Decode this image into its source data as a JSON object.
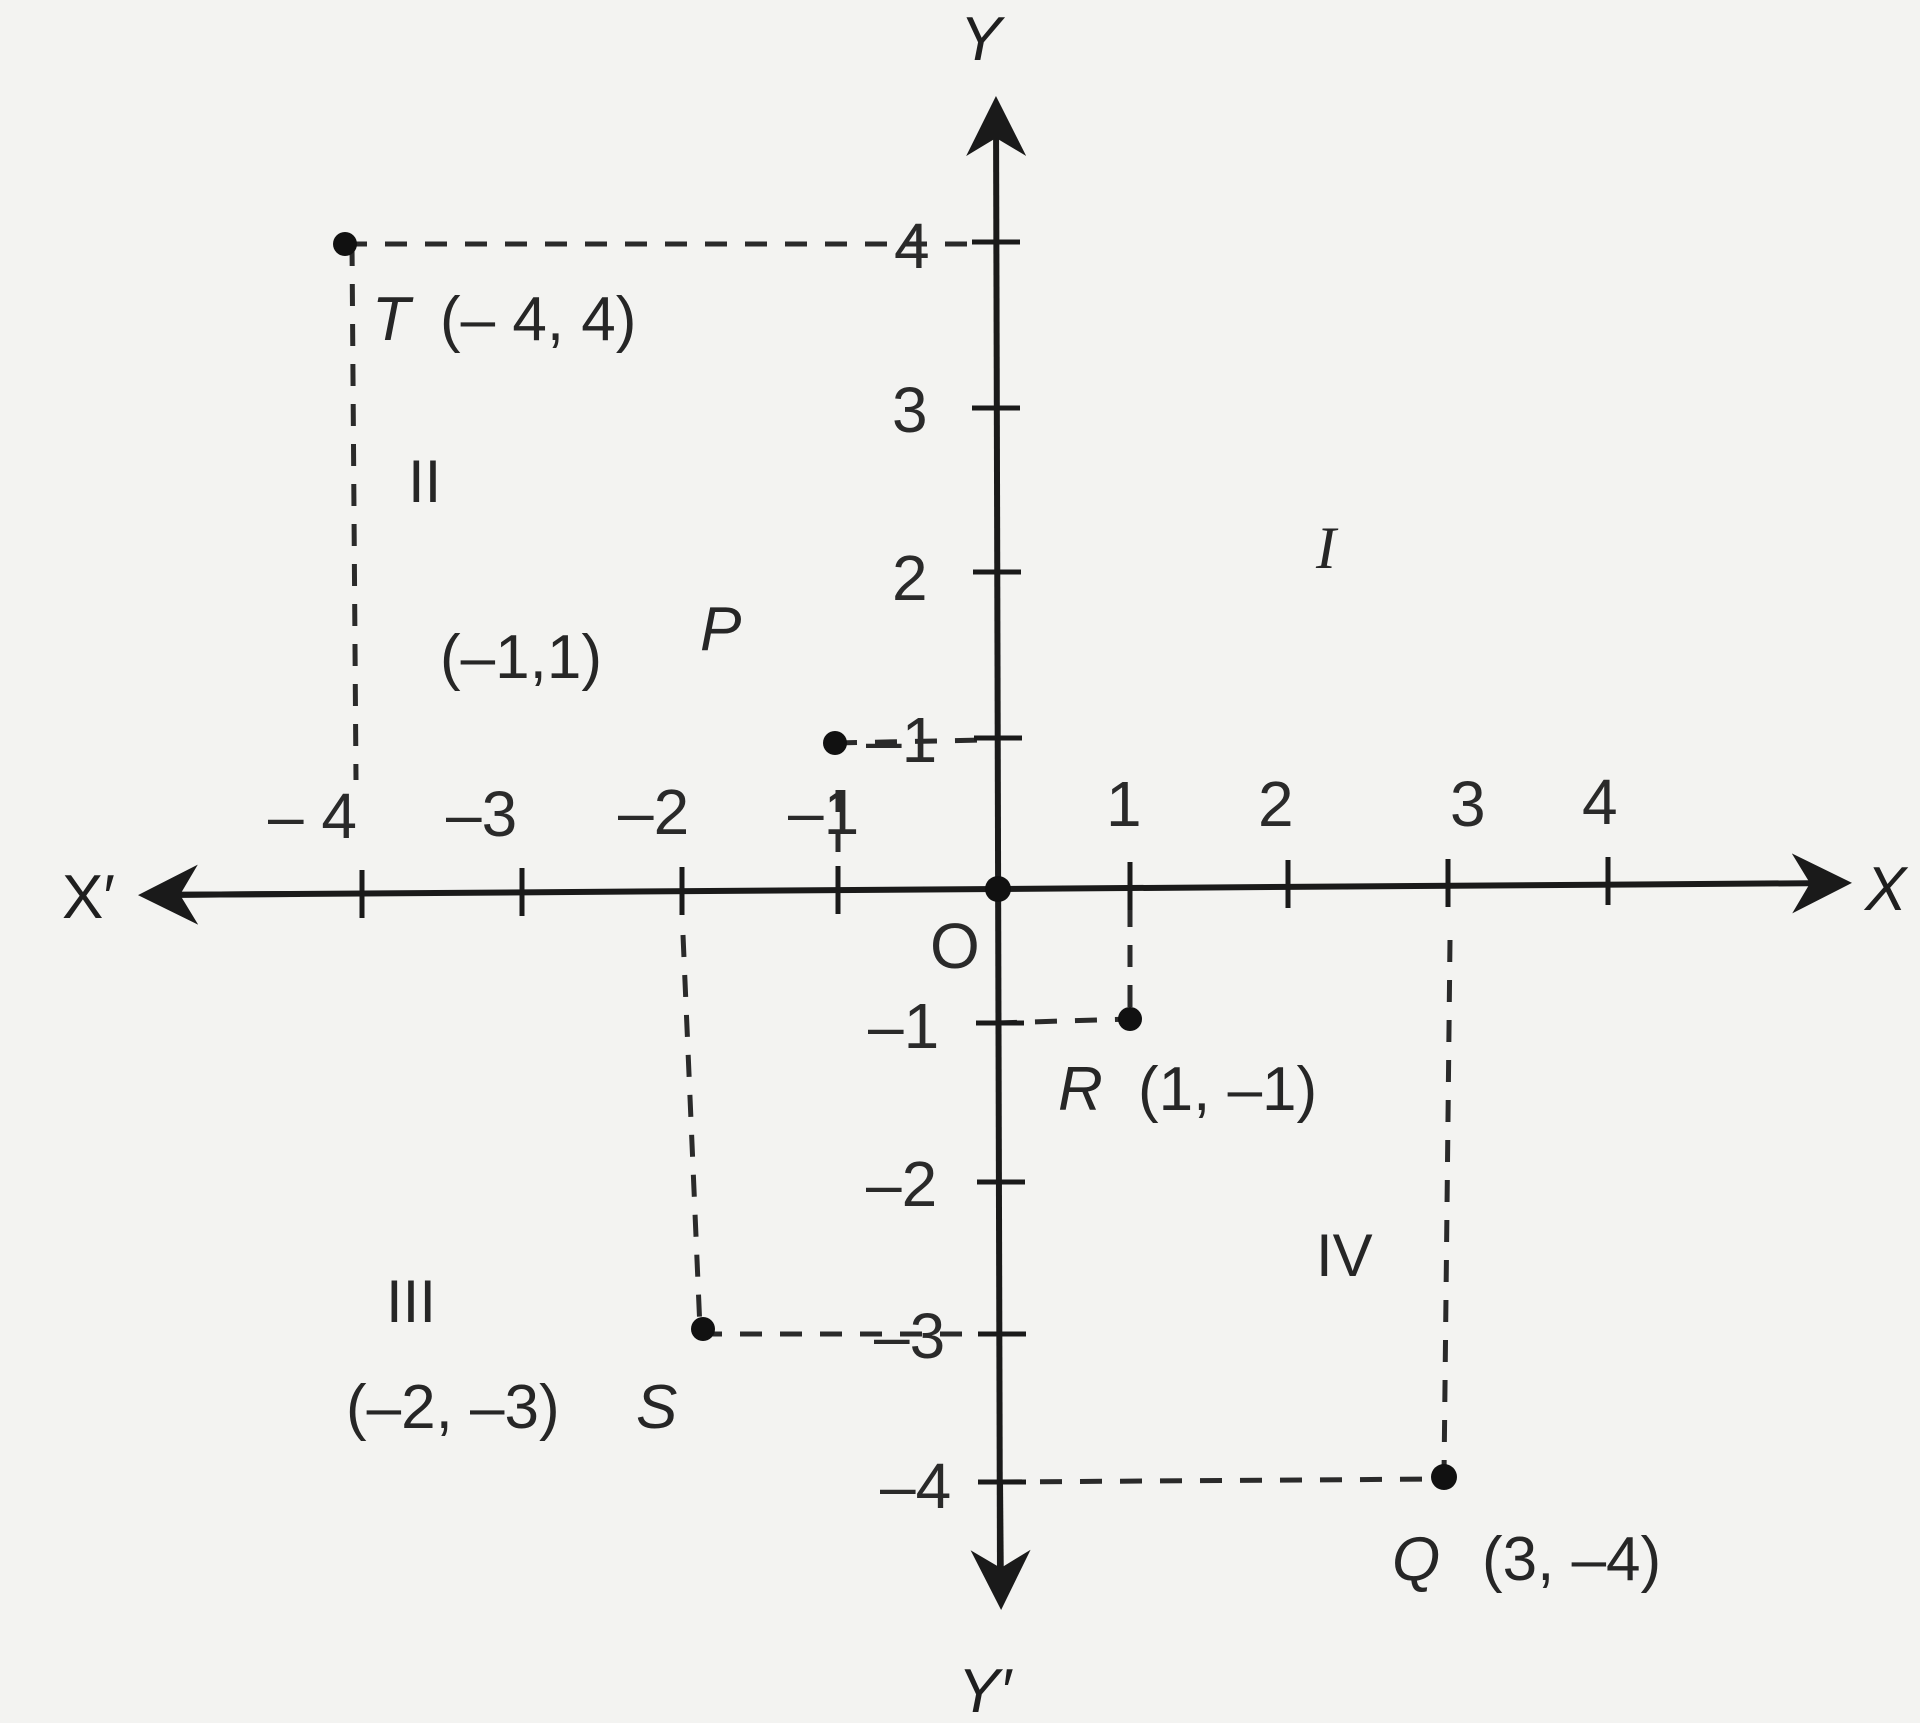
{
  "axes": {
    "x_positive": "X",
    "x_negative": "X′",
    "y_positive": "Y",
    "y_negative": "Y′",
    "origin": "O"
  },
  "x_tick_labels": [
    "– 4",
    "–3",
    "–2",
    "–1",
    "1",
    "2",
    "3",
    "4"
  ],
  "y_tick_labels": [
    "4",
    "3",
    "2",
    "–1",
    "–1",
    "–2",
    "–3",
    "–4"
  ],
  "quadrants": {
    "first": "I",
    "second": "II",
    "third": "III",
    "fourth": "IV"
  },
  "points": [
    {
      "name": "T",
      "coords": "(– 4, 4)",
      "x": -4,
      "y": 4
    },
    {
      "name": "P",
      "coords": "(–1,1)",
      "x": -1,
      "y": 1
    },
    {
      "name": "R",
      "coords": "(1, –1)",
      "x": 1,
      "y": -1
    },
    {
      "name": "S",
      "coords": "(–2, –3)",
      "x": -2,
      "y": -3
    },
    {
      "name": "Q",
      "coords": "(3, –4)",
      "x": 3,
      "y": -4
    }
  ]
}
